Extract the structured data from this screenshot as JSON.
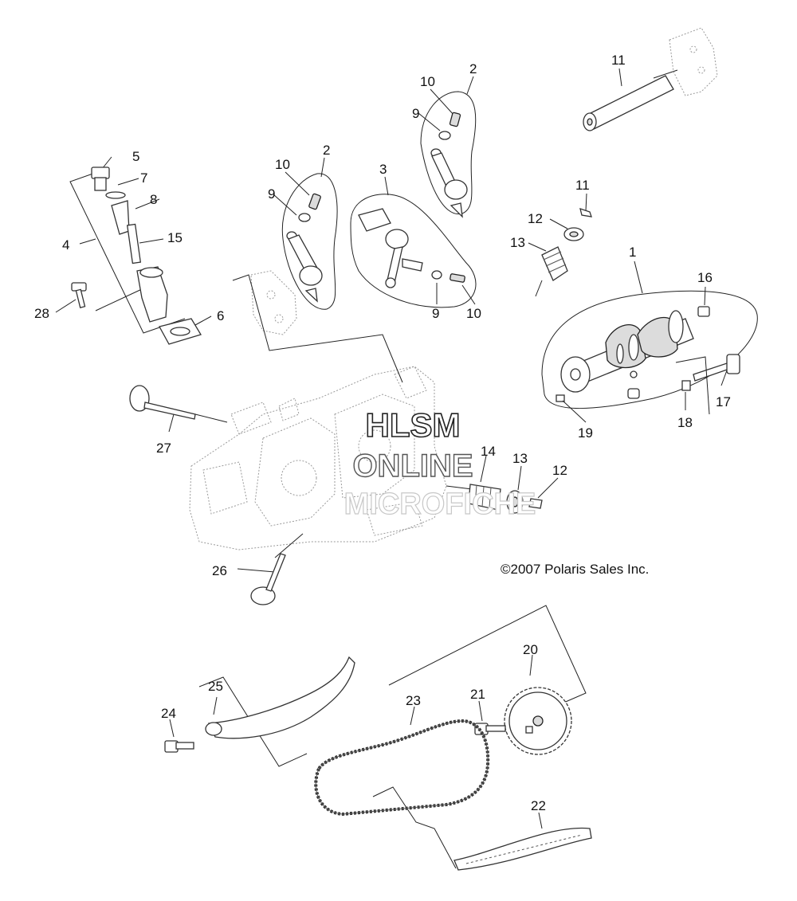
{
  "copyright": "©2007 Polaris Sales Inc.",
  "watermark": {
    "line1": "HLSM",
    "line2": "ONLINE",
    "line3": "MICROFICHE"
  },
  "callouts": {
    "c1": "1",
    "c2a": "2",
    "c2b": "2",
    "c3": "3",
    "c4": "4",
    "c5": "5",
    "c6": "6",
    "c7": "7",
    "c8": "8",
    "c9a": "9",
    "c9b": "9",
    "c9c": "9",
    "c10a": "10",
    "c10b": "10",
    "c10c": "10",
    "c11a": "11",
    "c11b": "11",
    "c12a": "12",
    "c12b": "12",
    "c13a": "13",
    "c13b": "13",
    "c14": "14",
    "c15": "15",
    "c16": "16",
    "c17": "17",
    "c18": "18",
    "c19": "19",
    "c20": "20",
    "c21": "21",
    "c22": "22",
    "c23": "23",
    "c24": "24",
    "c25": "25",
    "c26": "26",
    "c27": "27",
    "c28": "28"
  }
}
